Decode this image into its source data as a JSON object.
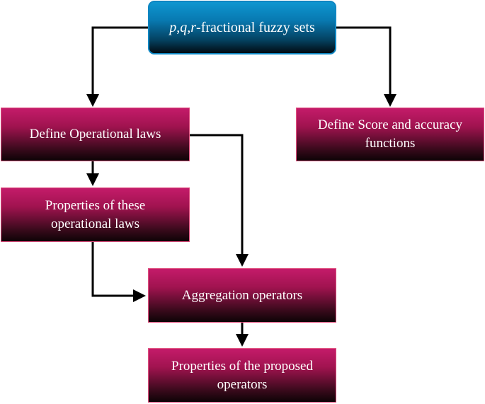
{
  "nodes": {
    "root": {
      "var1": "p",
      "sep1": ",",
      "var2": "q",
      "sep2": ",",
      "var3": "r",
      "rest": "-fractional fuzzy sets"
    },
    "operational_laws": {
      "line1": "Define Operational laws"
    },
    "score_accuracy": {
      "line1": "Define Score and accuracy",
      "line2": "functions"
    },
    "properties_laws": {
      "line1": "Properties of these",
      "line2": "operational laws"
    },
    "aggregation": {
      "line1": "Aggregation operators"
    },
    "properties_operators": {
      "line1": "Properties of the proposed",
      "line2": "operators"
    }
  },
  "colors": {
    "box_pink_top": "#c41b6a",
    "box_pink_bottom": "#0d0306",
    "box_blue_top": "#0e96d0",
    "box_blue_bottom": "#020b12",
    "arrow": "#000000",
    "text": "#ffffff"
  }
}
